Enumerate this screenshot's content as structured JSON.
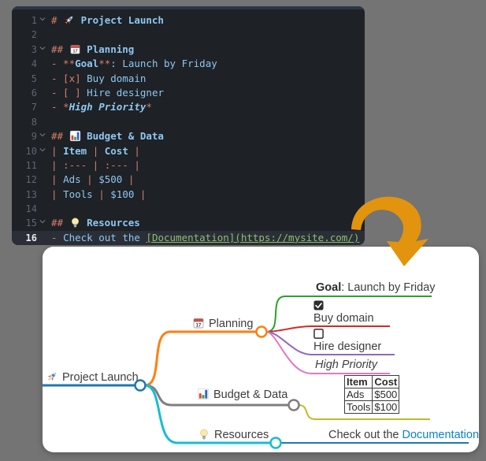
{
  "page": {
    "bg": "#747474"
  },
  "editor": {
    "bg": "#1e2126",
    "top_strip": "#2b3748",
    "gutter_color": "#5d6673",
    "active_line_bg": "#2a2f37",
    "active_line_number_color": "#eaeaea",
    "colors": {
      "punct": "#d3806a",
      "text": "#8fc7f0",
      "link": "#8fbf6b"
    },
    "active_line": 16,
    "lines": [
      {
        "num": 1,
        "fold": true,
        "tokens": [
          {
            "t": "# ",
            "c": "punct"
          },
          {
            "i": "rocket-icon"
          },
          {
            "t": " Project Launch",
            "c": "heading"
          }
        ]
      },
      {
        "num": 2,
        "fold": false,
        "tokens": []
      },
      {
        "num": 3,
        "fold": true,
        "tokens": [
          {
            "t": "## ",
            "c": "punct"
          },
          {
            "i": "calendar-icon"
          },
          {
            "t": " Planning",
            "c": "heading"
          }
        ]
      },
      {
        "num": 4,
        "fold": false,
        "tokens": [
          {
            "t": "- **",
            "c": "punct"
          },
          {
            "t": "Goal",
            "c": "bold"
          },
          {
            "t": "**",
            "c": "punct"
          },
          {
            "t": ": Launch by Friday",
            "c": "text"
          }
        ]
      },
      {
        "num": 5,
        "fold": false,
        "tokens": [
          {
            "t": "- [x] ",
            "c": "punct"
          },
          {
            "t": "Buy domain",
            "c": "text"
          }
        ]
      },
      {
        "num": 6,
        "fold": false,
        "tokens": [
          {
            "t": "- [ ] ",
            "c": "punct"
          },
          {
            "t": "Hire designer",
            "c": "text"
          }
        ]
      },
      {
        "num": 7,
        "fold": false,
        "tokens": [
          {
            "t": "- ",
            "c": "punct"
          },
          {
            "t": "*",
            "c": "punct-italic"
          },
          {
            "t": "High Priority",
            "c": "italic"
          },
          {
            "t": "*",
            "c": "punct-italic"
          }
        ]
      },
      {
        "num": 8,
        "fold": false,
        "tokens": []
      },
      {
        "num": 9,
        "fold": true,
        "tokens": [
          {
            "t": "## ",
            "c": "punct"
          },
          {
            "i": "barchart-icon"
          },
          {
            "t": " Budget & Data",
            "c": "heading"
          }
        ]
      },
      {
        "num": 10,
        "fold": true,
        "tokens": [
          {
            "t": "| ",
            "c": "punct"
          },
          {
            "t": "Item",
            "c": "bold"
          },
          {
            "t": " | ",
            "c": "punct"
          },
          {
            "t": "Cost",
            "c": "bold"
          },
          {
            "t": " |",
            "c": "punct"
          }
        ]
      },
      {
        "num": 11,
        "fold": false,
        "tokens": [
          {
            "t": "| :--- | :--- |",
            "c": "punct"
          }
        ]
      },
      {
        "num": 12,
        "fold": false,
        "tokens": [
          {
            "t": "| ",
            "c": "punct"
          },
          {
            "t": "Ads",
            "c": "text"
          },
          {
            "t": " | ",
            "c": "punct"
          },
          {
            "t": "$500",
            "c": "text"
          },
          {
            "t": " |",
            "c": "punct"
          }
        ]
      },
      {
        "num": 13,
        "fold": false,
        "tokens": [
          {
            "t": "| ",
            "c": "punct"
          },
          {
            "t": "Tools",
            "c": "text"
          },
          {
            "t": " | ",
            "c": "punct"
          },
          {
            "t": "$100",
            "c": "text"
          },
          {
            "t": " |",
            "c": "punct"
          }
        ]
      },
      {
        "num": 14,
        "fold": false,
        "tokens": []
      },
      {
        "num": 15,
        "fold": true,
        "tokens": [
          {
            "t": "## ",
            "c": "punct"
          },
          {
            "i": "bulb-icon"
          },
          {
            "t": " Resources",
            "c": "heading"
          }
        ]
      },
      {
        "num": 16,
        "fold": false,
        "tokens": [
          {
            "t": "- ",
            "c": "punct"
          },
          {
            "t": "Check out the ",
            "c": "text"
          },
          {
            "t": "[Documentation](https://mysite.com/)",
            "c": "link"
          }
        ]
      }
    ]
  },
  "arrow": {
    "color": "#e2940e"
  },
  "mindmap": {
    "root": {
      "label": "Project Launch",
      "icon": "rocket-icon",
      "color": "#1f77b4"
    },
    "branches": {
      "planning": {
        "label": "Planning",
        "icon": "calendar-icon",
        "color": "#ff7f0e"
      },
      "budget": {
        "label": "Budget & Data",
        "icon": "barchart-icon",
        "color": "#7f7f7f"
      },
      "resources": {
        "label": "Resources",
        "icon": "bulb-icon",
        "color": "#17becf"
      }
    },
    "children": {
      "goal": {
        "bold": "Goal",
        "text": ": Launch by Friday",
        "color": "#2ca02c"
      },
      "buy_domain": {
        "label": "Buy domain",
        "checked": true,
        "color": "#d62728"
      },
      "hire_designer": {
        "label": "Hire designer",
        "checked": false,
        "color": "#9467bd"
      },
      "high_priority": {
        "label": "High Priority",
        "color": "#e377c2"
      },
      "budget_table": {
        "headers": [
          "Item",
          "Cost"
        ],
        "rows": [
          [
            "Ads",
            "$500"
          ],
          [
            "Tools",
            "$100"
          ]
        ],
        "color": "#bcbd22"
      },
      "docs": {
        "text": "Check out the ",
        "link": "Documentation",
        "color": "#1f77b4",
        "link_color": "#0b7fd6"
      }
    }
  }
}
